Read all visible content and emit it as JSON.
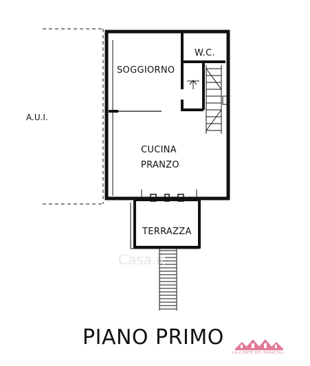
{
  "plan": {
    "rooms": {
      "soggiorno": "SOGGIORNO",
      "wc": "W.C.",
      "cucina_line1": "CUCINA",
      "cucina_line2": "PRANZO",
      "terrazza": "TERRAZZA"
    },
    "side_label": "A.U.I.",
    "title": "PIANO PRIMO",
    "watermark": "Casa.it",
    "logo_text": "LA CORTE DEI MIRACOLI",
    "colors": {
      "lines": "#111111",
      "logo": "#e27a97"
    }
  }
}
